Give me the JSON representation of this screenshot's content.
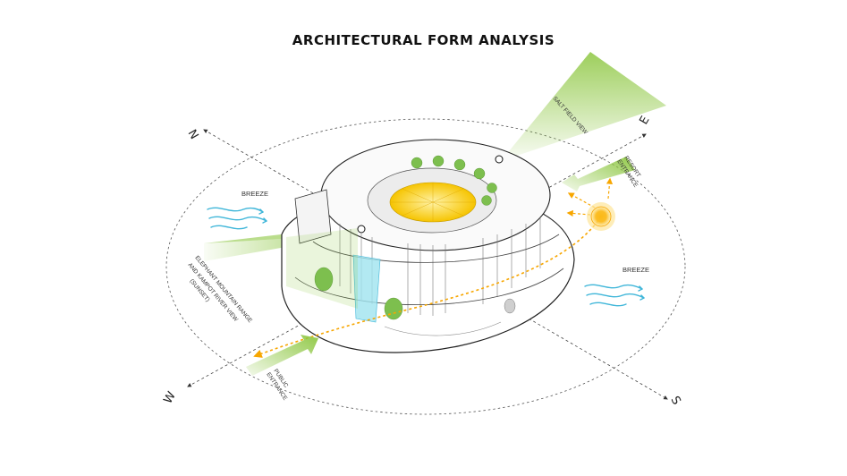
{
  "title": "ARCHITECTURAL FORM ANALYSIS",
  "compass": {
    "north": "N",
    "east": "E",
    "south": "S",
    "west": "W"
  },
  "labels": {
    "breeze_left": "BREEZE",
    "breeze_right": "BREEZE",
    "salt_field_view": "SALT FIELD VIEW",
    "resort_entrance_line1": "RESORT",
    "resort_entrance_line2": "ENTRANCE",
    "public_entrance_line1": "PUBLIC",
    "public_entrance_line2": "ENTRANCE",
    "mountain_view_line1": "ELEPHANT MOUNTAIN RANGE",
    "mountain_view_line2": "AND KAMPOT RIVER VIEW",
    "mountain_view_line3": "(SUNSET)"
  },
  "colors": {
    "view_green": "#8cc63f",
    "sun_yellow": "#fbb917",
    "sun_core": "#f7a600",
    "breeze_blue": "#3fb6d9",
    "line_gray": "#444444",
    "glass_cyan": "#9fe3ef",
    "tree_green": "#7dbf4e"
  }
}
